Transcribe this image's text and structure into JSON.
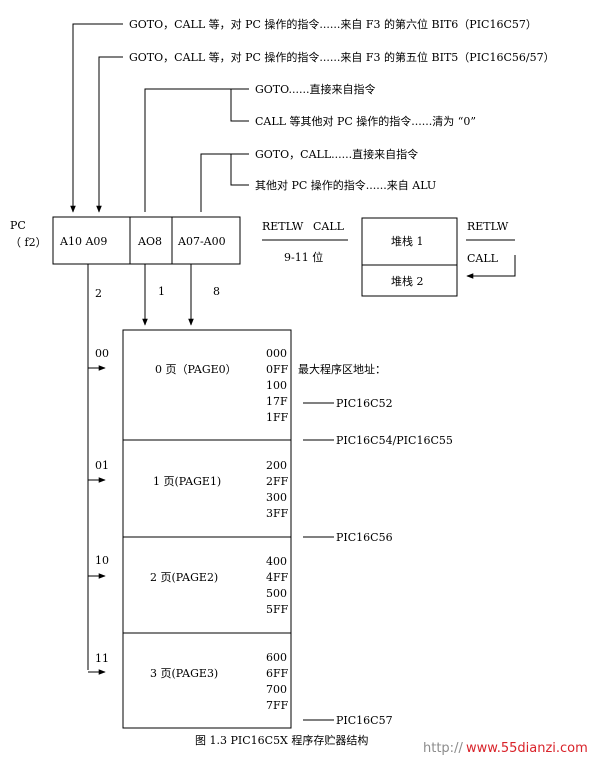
{
  "notes": {
    "n1": "GOTO，CALL 等，对 PC 操作的指令......来自 F3 的第六位 BIT6（PIC16C57）",
    "n2": "GOTO，CALL 等，对 PC 操作的指令......来自 F3 的第五位 BIT5（PIC16C56/57）",
    "n3": "GOTO......直接来自指令",
    "n4": "CALL 等其他对 PC 操作的指令......清为 “0”",
    "n5": "GOTO，CALL......直接来自指令",
    "n6": "其他对 PC 操作的指令......来自 ALU"
  },
  "pc": {
    "label": "PC",
    "sub": "（ f2）",
    "cells": [
      "A10 A09",
      "AO8",
      "A07-A00"
    ],
    "bits": [
      "2",
      "1",
      "8"
    ]
  },
  "stack": {
    "retlw_left": "RETLW",
    "call_left": "CALL",
    "width_label": "9-11 位",
    "cells": [
      "堆栈 1",
      "堆栈 2"
    ],
    "retlw_right": "RETLW",
    "call_right": "CALL"
  },
  "pages": [
    {
      "code": "00",
      "label": "0 页（PAGE0）",
      "addrs": [
        "000",
        "0FF",
        "100",
        "17F",
        "1FF"
      ]
    },
    {
      "code": "01",
      "label": "1 页(PAGE1)",
      "addrs": [
        "200",
        "2FF",
        "300",
        "3FF"
      ]
    },
    {
      "code": "10",
      "label": "2 页(PAGE2)",
      "addrs": [
        "400",
        "4FF",
        "500",
        "5FF"
      ]
    },
    {
      "code": "11",
      "label": "3 页(PAGE3)",
      "addrs": [
        "600",
        "6FF",
        "700",
        "7FF"
      ]
    }
  ],
  "limits": {
    "heading": "最大程序区地址：",
    "items": [
      "PIC16C52",
      "PIC16C54/PIC16C55",
      "PIC16C56",
      "PIC16C57"
    ]
  },
  "caption": "图 1.3    PIC16C5X  程序存贮器结构",
  "watermark": {
    "prefix": "http://",
    "site": "www.55dianzi.com"
  }
}
